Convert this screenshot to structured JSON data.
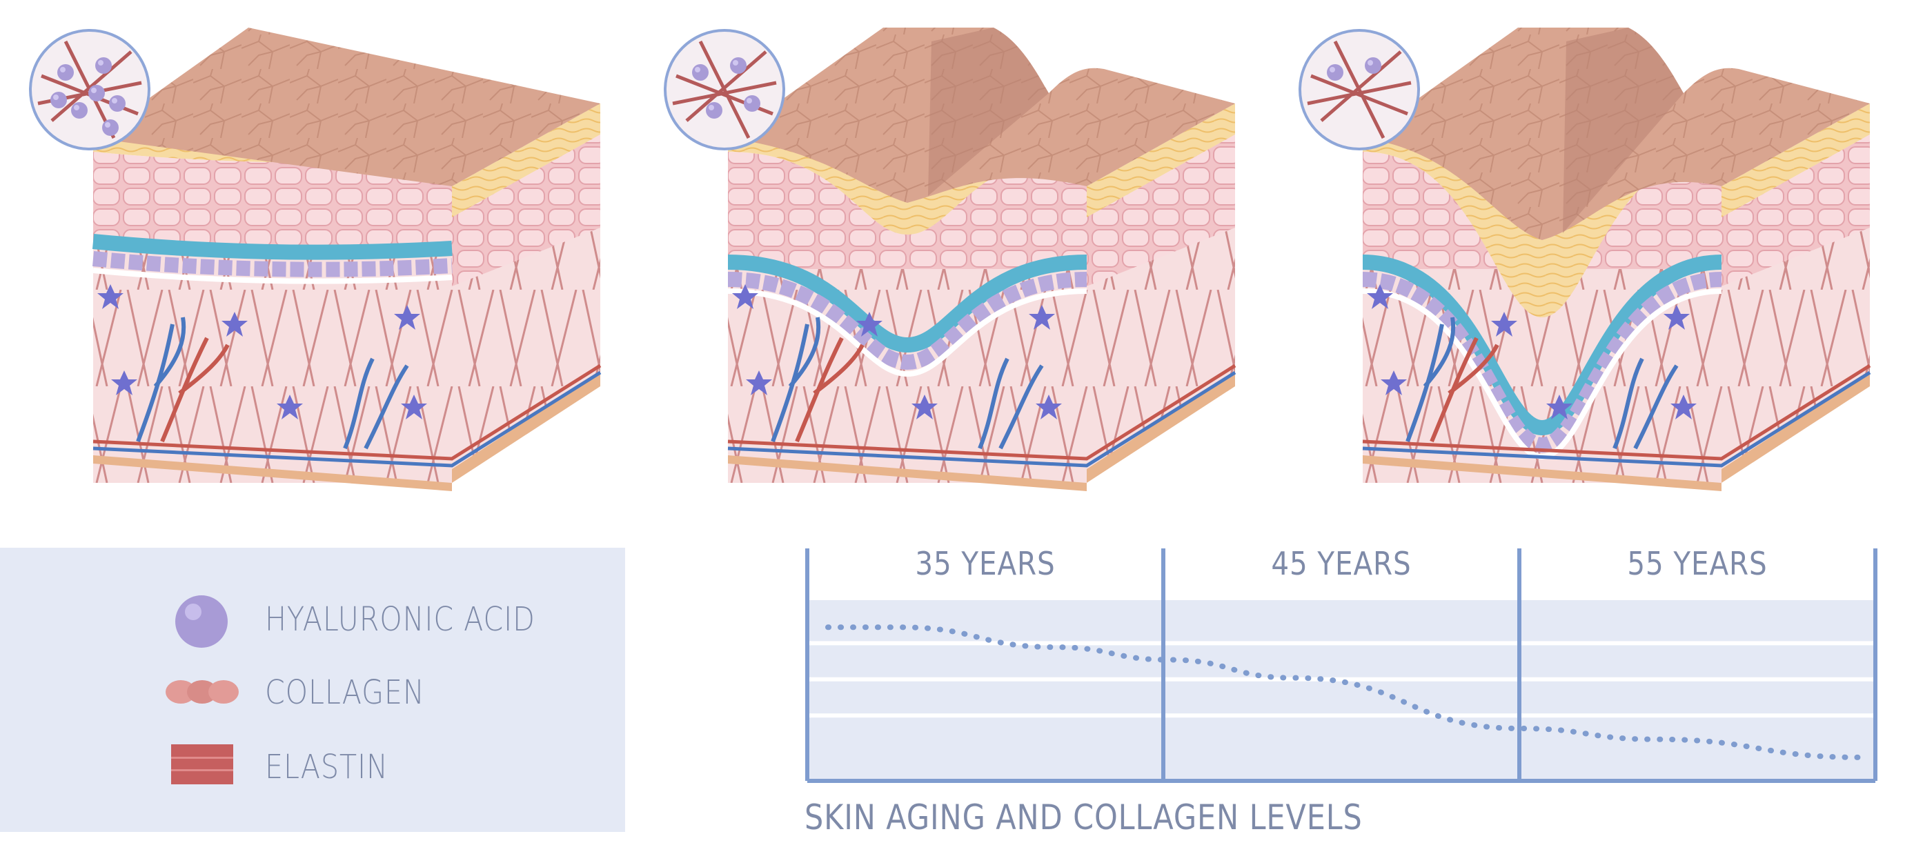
{
  "legend": {
    "items": [
      {
        "label": "HYALURONIC ACID",
        "icon": "hyaluronic-acid-sphere-icon"
      },
      {
        "label": "COLLAGEN",
        "icon": "collagen-strand-icon"
      },
      {
        "label": "ELASTIN",
        "icon": "elastin-fiber-icon"
      }
    ]
  },
  "stages": [
    {
      "label": "35 YEARS",
      "wrinkle_depth": 0.0
    },
    {
      "label": "45 YEARS",
      "wrinkle_depth": 0.5
    },
    {
      "label": "55 YEARS",
      "wrinkle_depth": 1.0
    }
  ],
  "chart_data": {
    "type": "line",
    "title": "SKIN AGING AND COLLAGEN LEVELS",
    "categories": [
      "35 YEARS",
      "45 YEARS",
      "55 YEARS"
    ],
    "x": [
      0.0,
      0.07,
      0.22,
      0.33,
      0.45,
      0.67,
      0.8,
      1.0
    ],
    "series": [
      {
        "values": [
          0.85,
          0.85,
          0.74,
          0.67,
          0.57,
          0.29,
          0.23,
          0.13
        ]
      }
    ],
    "ylim": [
      0,
      1
    ],
    "grid": true
  },
  "colors": {
    "skin_top": "#d8a48e",
    "epidermis_yellow": "#f6d59a",
    "dermis_pink": "#f2c4c8",
    "basal_blue": "#5ab4d0",
    "basal_purple": "#b7a9dc",
    "collagen_red": "#c77272",
    "vein_blue": "#4a78c0",
    "chart_panel": "#e4e9f5",
    "chart_line": "#7f9ccf",
    "text": "#7e8aa8"
  }
}
